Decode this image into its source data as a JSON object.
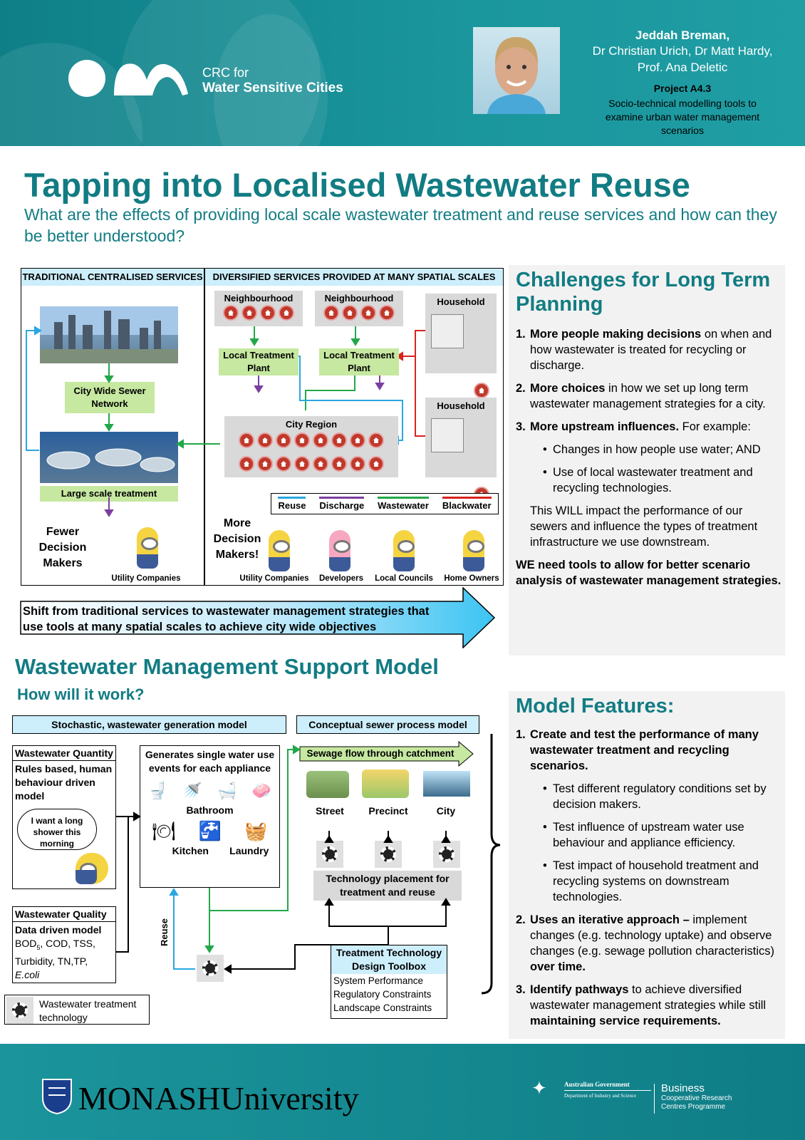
{
  "header": {
    "logo_line1": "CRC for",
    "logo_line2": "Water Sensitive Cities",
    "author_lead": "Jeddah Breman,",
    "authors_rest": "Dr Christian Urich, Dr Matt Hardy, Prof. Ana Deletic",
    "project": "Project A4.3",
    "project_desc": "Socio-technical modelling tools to examine urban water management scenarios"
  },
  "title": "Tapping into Localised Wastewater Reuse",
  "subtitle": "What are the effects of providing local scale wastewater treatment and reuse services and how can they be better understood?",
  "diagram1": {
    "left_header": "TRADITIONAL CENTRALISED SERVICES",
    "right_header": "DIVERSIFIED SERVICES PROVIDED AT MANY SPATIAL SCALES",
    "city_sewer": "City Wide Sewer Network",
    "large_treatment": "Large scale treatment",
    "fewer": "Fewer Decision Makers",
    "utility1": "Utility Companies",
    "neighbourhood1": "Neighbourhood",
    "neighbourhood2": "Neighbourhood",
    "household1": "Household",
    "household2": "Household",
    "local_plant1": "Local Treatment Plant",
    "local_plant2": "Local Treatment Plant",
    "city_region": "City Region",
    "legend": [
      {
        "label": "Reuse",
        "color": "#2aa7e0"
      },
      {
        "label": "Discharge",
        "color": "#7b3fa0"
      },
      {
        "label": "Wastewater",
        "color": "#22a84a"
      },
      {
        "label": "Blackwater",
        "color": "#d9231d"
      }
    ],
    "more": "More Decision Makers!",
    "utility2": "Utility Companies",
    "developers": "Developers",
    "councils": "Local Councils",
    "owners": "Home Owners",
    "arrow_text": "Shift from traditional services to wastewater management strategies that use tools at many spatial scales to achieve city wide objectives"
  },
  "challenges": {
    "title": "Challenges for Long Term Planning",
    "i1_bold": "More people making decisions",
    "i1_rest": " on when and how wastewater is treated for recycling or discharge.",
    "i2_bold": "More choices",
    "i2_rest": " in how we set up long term wastewater management strategies for a city.",
    "i3_bold": "More upstream influences.",
    "i3_rest": " For example:",
    "b1": "Changes in how people use water; AND",
    "b2": "Use of local wastewater treatment and recycling technologies.",
    "para": "This WILL impact the performance of our sewers and influence the types of treatment infrastructure we use downstream.",
    "final": "WE need tools to allow for better scenario analysis of wastewater management strategies."
  },
  "model": {
    "title": "Wastewater Management Support Model",
    "sub": "How will it work?",
    "stochastic": "Stochastic, wastewater generation model",
    "conceptual": "Conceptual sewer process model",
    "wq_title": "Wastewater Quantity",
    "wq_text": "Rules based, human behaviour driven model",
    "thought": "I want a long shower this morning",
    "gen_title": "Generates single water use events for each appliance",
    "bathroom": "Bathroom",
    "kitchen": "Kitchen",
    "laundry": "Laundry",
    "sewage_flow": "Sewage flow through catchment",
    "street": "Street",
    "precinct": "Precinct",
    "city": "City",
    "tech_place": "Technology placement for treatment and reuse",
    "wql_title": "Wastewater Quality",
    "wql_bold": "Data driven model",
    "wql_text1": "BOD",
    "wql_sub": "5",
    "wql_text2": ", COD, TSS, Turbidity, TN,TP,",
    "wql_text3": "E.coli",
    "reuse": "Reuse",
    "ttdt_title": "Treatment Technology Design Toolbox",
    "ttdt_items": [
      "System Performance",
      "Regulatory Constraints",
      "Landscape Constraints"
    ],
    "legend_label": "Wastewater treatment technology"
  },
  "features": {
    "title": "Model Features:",
    "f1": "Create and test the performance of many wastewater treatment and recycling scenarios.",
    "fb1": "Test different regulatory conditions set by decision makers.",
    "fb2": "Test influence of upstream water use behaviour and appliance efficiency.",
    "fb3": "Test impact of household treatment and recycling systems on downstream technologies.",
    "f2_bold": "Uses an iterative approach –",
    "f2_a": " implement changes (e.g. technology uptake) and observe changes (e.g. sewage pollution characteristics) ",
    "f2_b": "over time.",
    "f3_bold": "Identify pathways",
    "f3_a": " to achieve diversified wastewater management strategies while still ",
    "f3_b": "maintaining service requirements."
  },
  "footer": {
    "monash": "MONASH",
    "university": "University",
    "gov1": "Australian Government",
    "gov2": "Department of Industry and Science",
    "biz1": "Business",
    "biz2": "Cooperative Research Centres Programme"
  }
}
